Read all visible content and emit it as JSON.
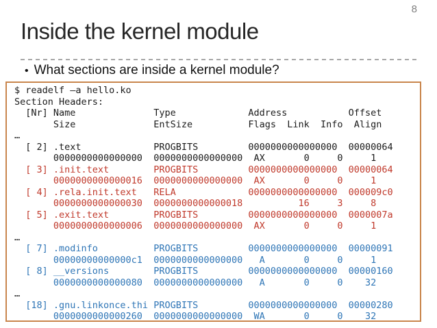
{
  "slide": {
    "page_number": "8",
    "title": "Inside the kernel module",
    "bullet_glyph": "•",
    "bullet": "What sections are inside a kernel module?"
  },
  "colors": {
    "black": "#1a1a1a",
    "red": "#c0392b",
    "blue": "#2e75b6",
    "box_border": "#c9854c",
    "title": "#262626",
    "page_number": "#7f7f7f",
    "separator": "#a6a6a6"
  },
  "terminal": {
    "lines": [
      {
        "text": "$ readelf –a hello.ko",
        "color": "black"
      },
      {
        "text": "Section Headers:",
        "color": "black"
      },
      {
        "text": "  [Nr] Name              Type             Address           Offset",
        "color": "black"
      },
      {
        "text": "       Size              EntSize          Flags  Link  Info  Align",
        "color": "black"
      },
      {
        "text": "…",
        "color": "black"
      },
      {
        "text": "  [ 2] .text             PROGBITS         0000000000000000  00000064",
        "color": "black"
      },
      {
        "text": "       0000000000000000  0000000000000000  AX       0     0     1",
        "color": "black"
      },
      {
        "text": "  [ 3] .init.text        PROGBITS         0000000000000000  00000064",
        "color": "red"
      },
      {
        "text": "       0000000000000016  0000000000000000  AX       0     0     1",
        "color": "red"
      },
      {
        "text": "  [ 4] .rela.init.text   RELA             0000000000000000  000009c0",
        "color": "red"
      },
      {
        "text": "       0000000000000030  0000000000000018          16     3     8",
        "color": "red"
      },
      {
        "text": "  [ 5] .exit.text        PROGBITS         0000000000000000  0000007a",
        "color": "red"
      },
      {
        "text": "       0000000000000006  0000000000000000  AX       0     0     1",
        "color": "red"
      },
      {
        "text": "…",
        "color": "black"
      },
      {
        "text": "  [ 7] .modinfo          PROGBITS         0000000000000000  00000091",
        "color": "blue"
      },
      {
        "text": "       00000000000000c1  0000000000000000   A       0     0     1",
        "color": "blue"
      },
      {
        "text": "  [ 8] __versions        PROGBITS         0000000000000000  00000160",
        "color": "blue"
      },
      {
        "text": "       0000000000000080  0000000000000000   A       0     0    32",
        "color": "blue"
      },
      {
        "text": "…",
        "color": "black"
      },
      {
        "text": "  [18] .gnu.linkonce.thi PROGBITS         0000000000000000  00000280",
        "color": "blue"
      },
      {
        "text": "       0000000000000260  0000000000000000  WA       0     0    32",
        "color": "blue"
      }
    ]
  }
}
